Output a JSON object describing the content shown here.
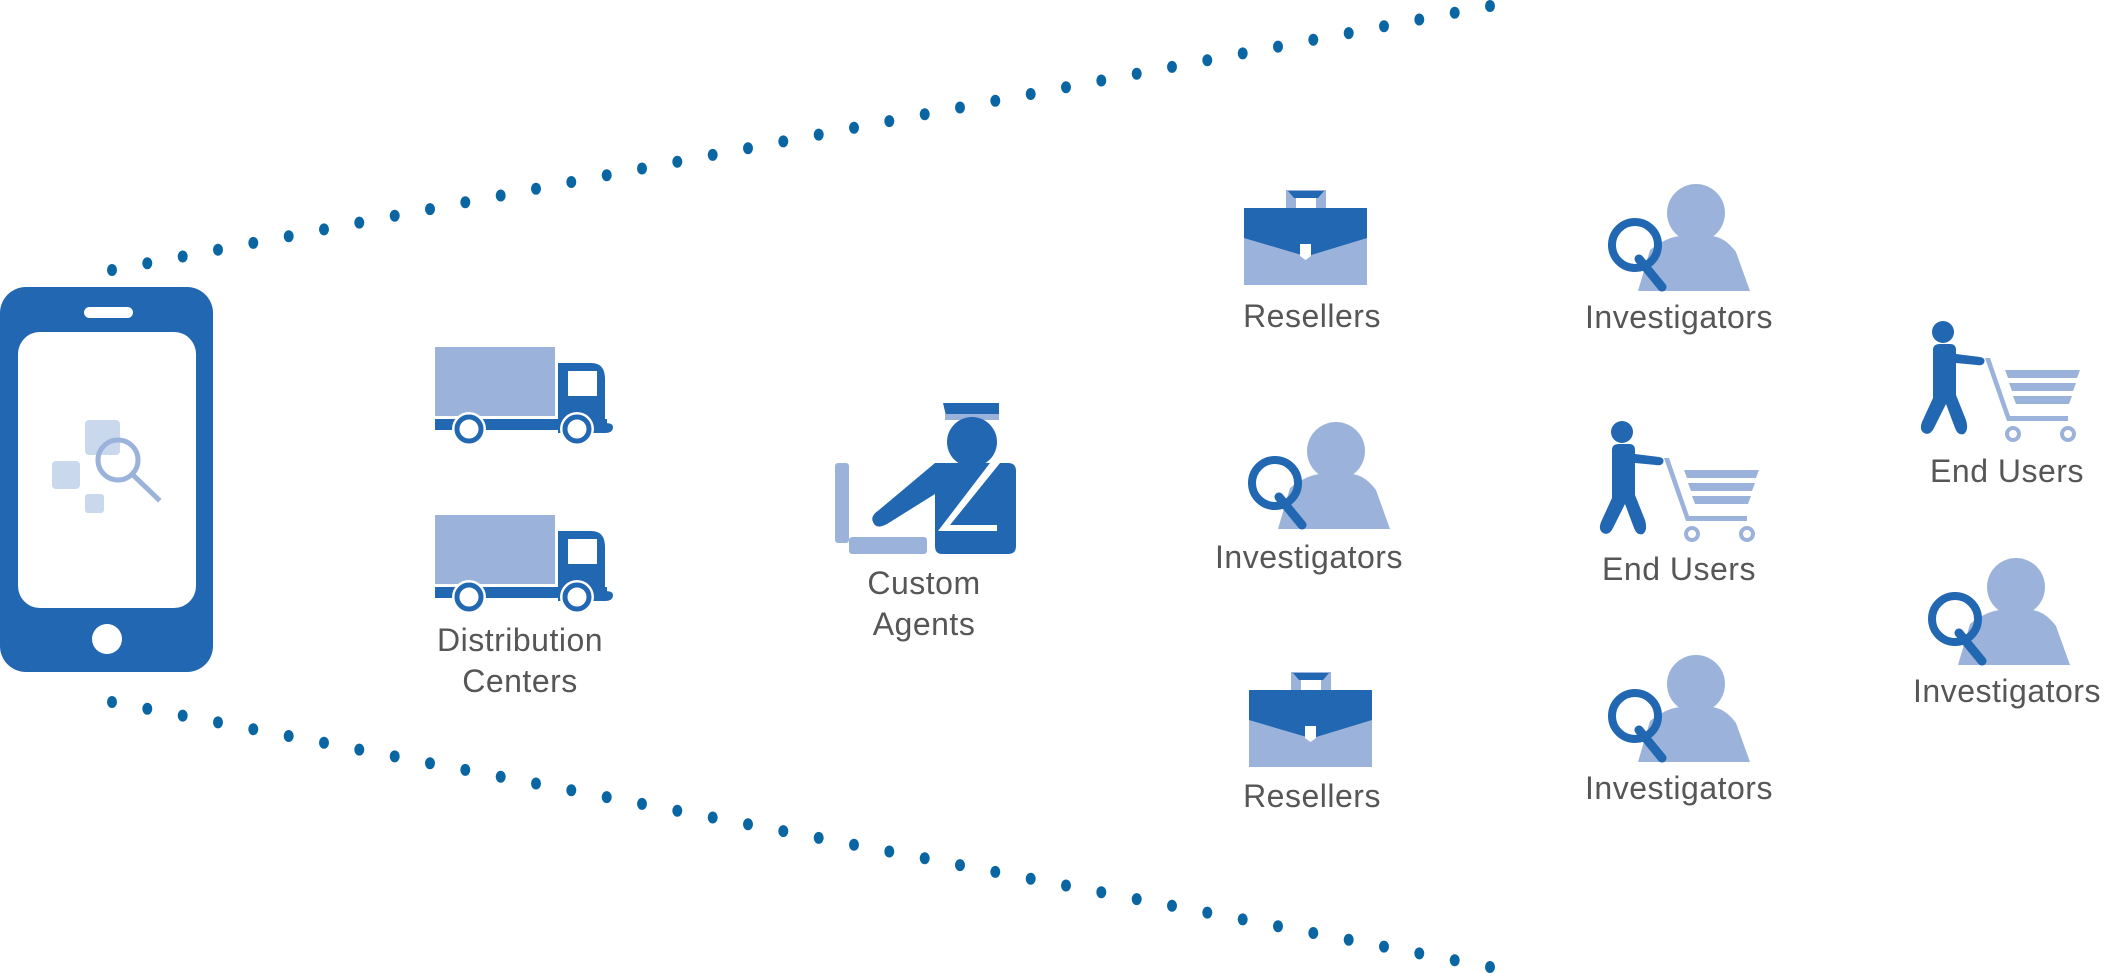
{
  "colors": {
    "primary": "#2167b1",
    "secondary": "#9bb3da",
    "screen_tint": "#c9d8ed",
    "dots": "#0a66a3",
    "text": "#565656"
  },
  "source": {
    "name": "mobile-phone",
    "icon": "smartphone-search-icon"
  },
  "nodes": {
    "distribution_centers": {
      "icon": "truck-icon",
      "line1": "Distribution",
      "line2": "Centers"
    },
    "custom_agents": {
      "icon": "customs-officer-icon",
      "line1": "Custom",
      "line2": "Agents"
    },
    "resellers_top": {
      "icon": "briefcase-icon",
      "label": "Resellers"
    },
    "investigators_col1": {
      "icon": "investigator-icon",
      "label": "Investigators"
    },
    "resellers_bottom": {
      "icon": "briefcase-icon",
      "label": "Resellers"
    },
    "investigators_col2_top": {
      "icon": "investigator-icon",
      "label": "Investigators"
    },
    "end_users_col2": {
      "icon": "shopper-cart-icon",
      "label": "End Users"
    },
    "investigators_col2_bottom": {
      "icon": "investigator-icon",
      "label": "Investigators"
    },
    "end_users_col3": {
      "icon": "shopper-cart-icon",
      "label": "End Users"
    },
    "investigators_col3": {
      "icon": "investigator-icon",
      "label": "Investigators"
    }
  }
}
